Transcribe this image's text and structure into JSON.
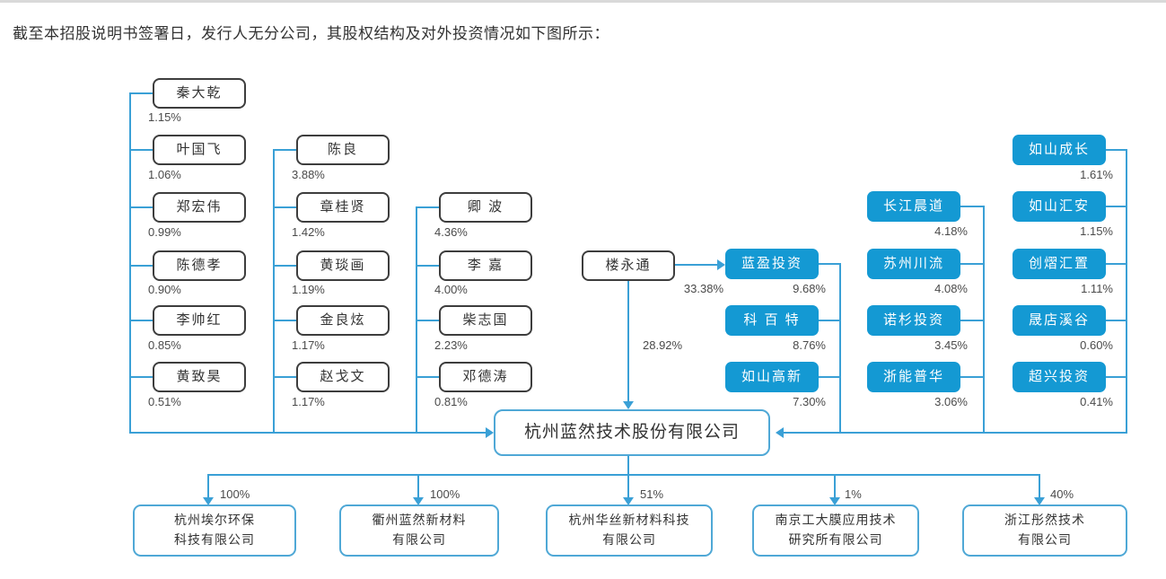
{
  "header": {
    "text": "截至本招股说明书签署日，发行人无分公司，其股权结构及对外投资情况如下图所示："
  },
  "company": {
    "name": "杭州蓝然技术股份有限公司"
  },
  "actual_controller": {
    "name": "楼永通",
    "direct_pct": "28.92%",
    "lanying_pct": "33.38%"
  },
  "shareholders": {
    "c1": [
      {
        "name": "秦大乾",
        "pct": "1.15%"
      },
      {
        "name": "叶国飞",
        "pct": "1.06%"
      },
      {
        "name": "郑宏伟",
        "pct": "0.99%"
      },
      {
        "name": "陈德孝",
        "pct": "0.90%"
      },
      {
        "name": "李帅红",
        "pct": "0.85%"
      },
      {
        "name": "黄致昊",
        "pct": "0.51%"
      }
    ],
    "c2": [
      {
        "name": "陈良",
        "pct": "3.88%"
      },
      {
        "name": "章桂贤",
        "pct": "1.42%"
      },
      {
        "name": "黄琰画",
        "pct": "1.19%"
      },
      {
        "name": "金良炫",
        "pct": "1.17%"
      },
      {
        "name": "赵戈文",
        "pct": "1.17%"
      }
    ],
    "c3": [
      {
        "name": "卿 波",
        "pct": "4.36%"
      },
      {
        "name": "李 嘉",
        "pct": "4.00%"
      },
      {
        "name": "柴志国",
        "pct": "2.23%"
      },
      {
        "name": "邓德涛",
        "pct": "0.81%"
      }
    ],
    "c4": [
      {
        "name": "蓝盈投资",
        "pct": "9.68%"
      },
      {
        "name": "科 百 特",
        "pct": "8.76%"
      },
      {
        "name": "如山高新",
        "pct": "7.30%"
      }
    ],
    "c5": [
      {
        "name": "长江晨道",
        "pct": "4.18%"
      },
      {
        "name": "苏州川流",
        "pct": "4.08%"
      },
      {
        "name": "诺杉投资",
        "pct": "3.45%"
      },
      {
        "name": "浙能普华",
        "pct": "3.06%"
      }
    ],
    "c6": [
      {
        "name": "如山成长",
        "pct": "1.61%"
      },
      {
        "name": "如山汇安",
        "pct": "1.15%"
      },
      {
        "name": "创熠汇置",
        "pct": "1.11%"
      },
      {
        "name": "晟店溪谷",
        "pct": "0.60%"
      },
      {
        "name": "超兴投资",
        "pct": "0.41%"
      }
    ]
  },
  "subsidiaries": [
    {
      "line1": "杭州埃尔环保",
      "line2": "科技有限公司",
      "pct": "100%"
    },
    {
      "line1": "衢州蓝然新材料",
      "line2": "有限公司",
      "pct": "100%"
    },
    {
      "line1": "杭州华丝新材料科技",
      "line2": "有限公司",
      "pct": "51%"
    },
    {
      "line1": "南京工大膜应用技术",
      "line2": "研究所有限公司",
      "pct": "1%"
    },
    {
      "line1": "浙江彤然技术",
      "line2": "有限公司",
      "pct": "40%"
    }
  ],
  "colors": {
    "node_blue": "#1499d3",
    "line_blue": "#3aa0d6",
    "person_border": "#3d3d3d",
    "company_border": "#4fa8d6"
  }
}
